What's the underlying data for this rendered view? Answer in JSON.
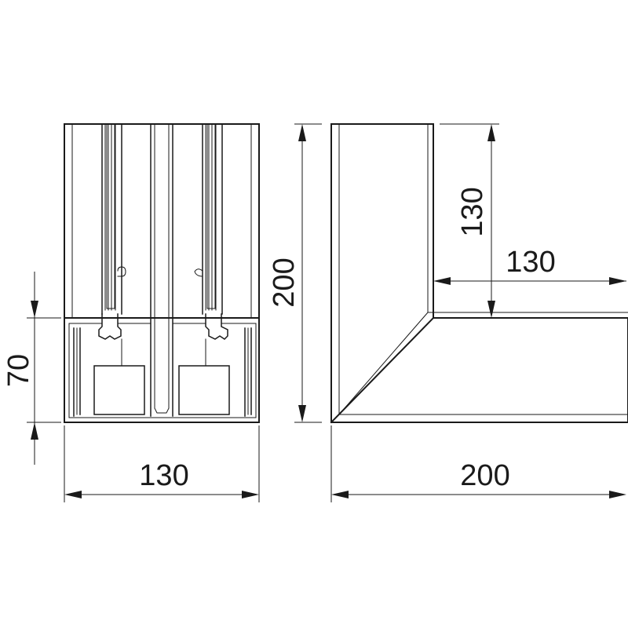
{
  "dimensions": {
    "front_height_overall": "200",
    "front_height_lower": "70",
    "front_width": "130",
    "side_arm_vertical": "130",
    "side_arm_horizontal": "130",
    "side_width": "200"
  }
}
